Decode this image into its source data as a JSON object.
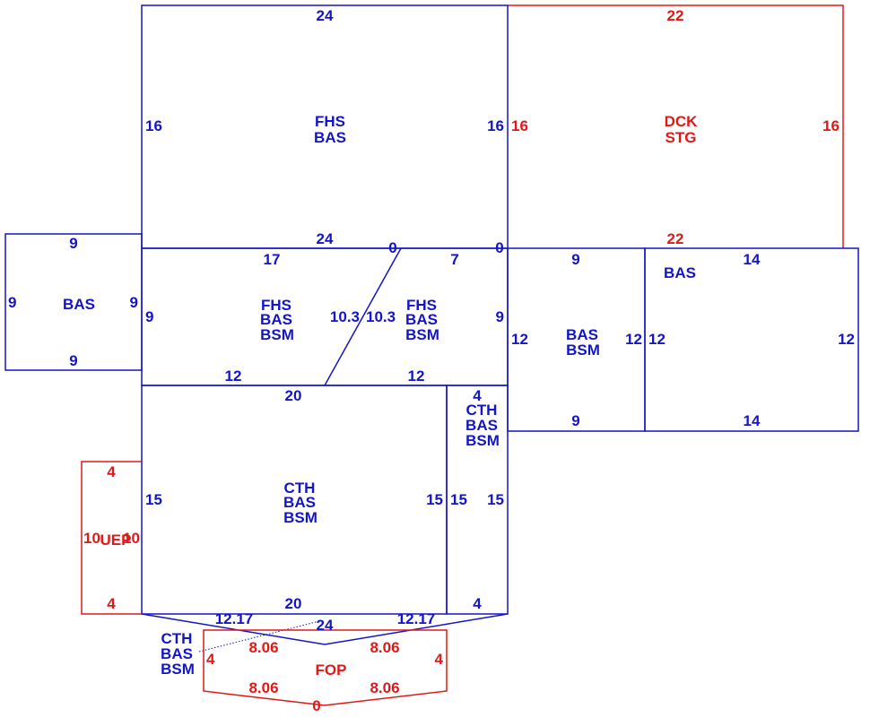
{
  "colors": {
    "structure": "#1414c8",
    "exterior": "#e01818",
    "background": "#ffffff"
  },
  "rooms": {
    "upper_fhs": {
      "lines": [
        "FHS",
        "BAS"
      ],
      "top": "24",
      "bottom": "24",
      "left": "16",
      "right": "16"
    },
    "dck": {
      "lines": [
        "DCK",
        "STG"
      ],
      "top": "22",
      "bottom": "22",
      "left": "16",
      "right": "16"
    },
    "bas_left": {
      "lines": [
        "BAS"
      ],
      "top": "9",
      "bottom": "9",
      "left": "9",
      "right": "9"
    },
    "fhs_left": {
      "lines": [
        "FHS",
        "BAS",
        "BSM"
      ],
      "top": "17",
      "bottom": "12",
      "left": "9",
      "diag": "10.3"
    },
    "fhs_right": {
      "lines": [
        "FHS",
        "BAS",
        "BSM"
      ],
      "top": "7",
      "bottom": "12",
      "right": "9",
      "diag": "10.3",
      "zero_a": "0",
      "zero_b": "0"
    },
    "bas_bsm": {
      "lines": [
        "BAS",
        "BSM"
      ],
      "top": "9",
      "bottom": "9",
      "left": "12",
      "right": "12"
    },
    "bas_right": {
      "lines": [
        "BAS"
      ],
      "top": "14",
      "bottom": "14",
      "left": "12",
      "right": "12"
    },
    "cth_main": {
      "lines": [
        "CTH",
        "BAS",
        "BSM"
      ],
      "top": "20",
      "bottom": "20",
      "left": "15",
      "right": "15"
    },
    "cth_narrow": {
      "lines": [
        "CTH",
        "BAS",
        "BSM"
      ],
      "top": "4",
      "bottom": "4",
      "left": "15",
      "right": "15"
    },
    "uep": {
      "lines": [
        "UEP"
      ],
      "top": "4",
      "bottom": "4",
      "left": "10",
      "right": "10"
    },
    "cth_bay": {
      "lines": [
        "CTH",
        "BAS",
        "BSM"
      ],
      "left_side": "12.17",
      "right_side": "12.17",
      "chord": "24"
    },
    "fop": {
      "lines": [
        "FOP"
      ],
      "top_left": "8.06",
      "top_right": "8.06",
      "bottom_left": "8.06",
      "bottom_right": "8.06",
      "left": "4",
      "right": "4",
      "bottom_point": "0"
    }
  }
}
